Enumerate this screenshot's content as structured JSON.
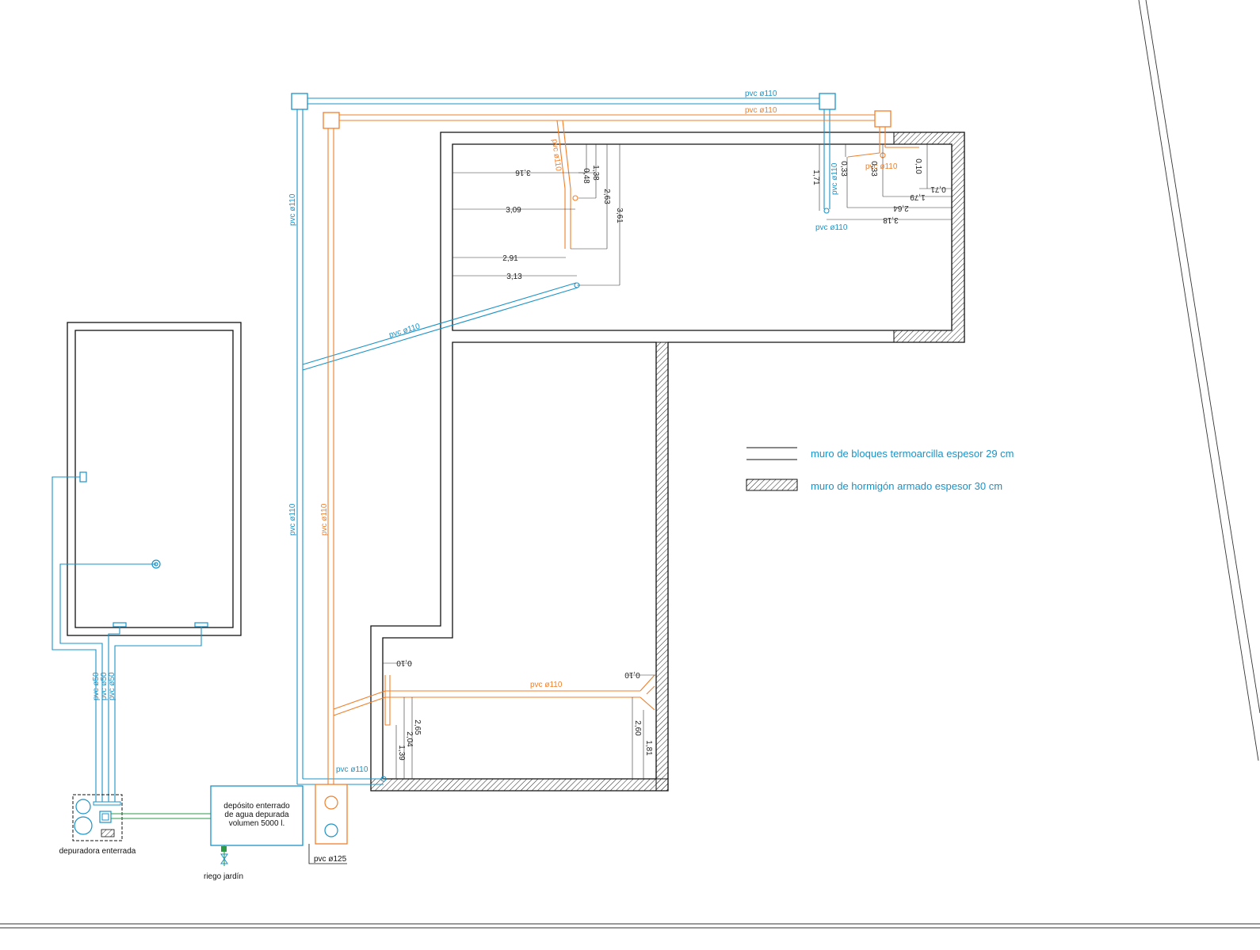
{
  "colors": {
    "rainwater_pipe": "#1a93c8",
    "wastewater_pipe": "#f07f2a",
    "treated_water_pipe": "#2e9a47",
    "wall": "#111111"
  },
  "pipe_labels": {
    "top_blue": "pvc ø110",
    "top_orange": "pvc ø110",
    "blue_vertical_upper": "pvc ø110",
    "blue_vertical_lower": "pvc ø110",
    "orange_vertical": "pvc ø110",
    "blue_diagonal": "pvc ø110",
    "orange_roof_diagonal": "pvc ø110",
    "right_blue_vertical": "pvc ø110",
    "right_blue_below": "pvc ø110",
    "right_orange": "pvc ø110",
    "bottom_orange": "pvc ø110",
    "bottom_blue": "pvc ø110",
    "pvc125": "pvc ø125",
    "pvc50_1": "pvc ø50",
    "pvc50_2": "pvc ø50",
    "pvc50_3": "pvc ø50"
  },
  "dimensions": {
    "d316_left": "3,16",
    "d138": "1,38",
    "d048": "0,48",
    "d309": "3,09",
    "d263": "2,63",
    "d361": "3,61",
    "d291": "2,91",
    "d313": "3,13",
    "d171": "1,71",
    "d033a": "0,33",
    "d033b": "0,33",
    "d010_top": "0,10",
    "d071": "0,71",
    "d179": "1,79",
    "d264": "2,64",
    "d318": "3,18",
    "d010_bl": "0,10",
    "d010_br": "0,10",
    "d265": "2,65",
    "d204": "2,04",
    "d139": "1,39",
    "d260": "2,60",
    "d181": "1,81"
  },
  "tank": {
    "line1": "depósito enterrado",
    "line2": "de agua depurada",
    "line3": "volumen 5000 l."
  },
  "labels": {
    "depuradora": "depuradora enterrada",
    "riego": "riego jardín"
  },
  "legend": {
    "block_wall": "muro de bloques termoarcilla espesor 29 cm",
    "concrete_wall": "muro de hormigón armado espesor 30 cm"
  },
  "icons": {
    "manhole": "square-manhole-icon",
    "valve": "valve-icon"
  }
}
